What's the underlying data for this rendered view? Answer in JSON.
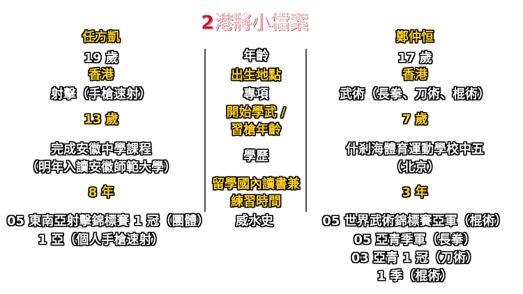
{
  "title": "2港將小檔案",
  "left": {
    "name": "任方凱",
    "age": "19 歲",
    "birthplace": "香港",
    "event": "射擊（手槍速射）",
    "start_age": "13 歲",
    "edu_line1": "完成安徽中學課程",
    "edu_line2": "（明年入讀安徽師範大學）",
    "abroad": "8 年",
    "achieve_line1": "05 東南亞射擊錦標賽 1 冠（團體）",
    "achieve_line2": "1 亞（個人手槍速射）"
  },
  "middle": {
    "age_label": "年齡",
    "birthplace_label": "出生地點",
    "event_label": "專項",
    "start_label_line1": "開始學武 /",
    "start_label_line2": "習槍年齡",
    "edu_label": "學歷",
    "abroad_label_line1": "留學國內讀書兼",
    "abroad_label_line2": "練習時間",
    "achieve_label": "威水史"
  },
  "right": {
    "name": "鄭仲恒",
    "age": "17 歲",
    "birthplace": "香港",
    "event": "武術（長拳、刀術、棍術）",
    "start_age": "7 歲",
    "edu_line1": "什剎海體育運動學校中五",
    "edu_line2": "（北京）",
    "abroad": "3 年",
    "achieve_line1": "05 世界武術錦標賽亞軍（棍術）",
    "achieve_line2": "05 亞青季軍（長拳）",
    "achieve_line3": "03 亞青 1 冠（刀術）",
    "achieve_line4": "1 季（棍術）"
  }
}
